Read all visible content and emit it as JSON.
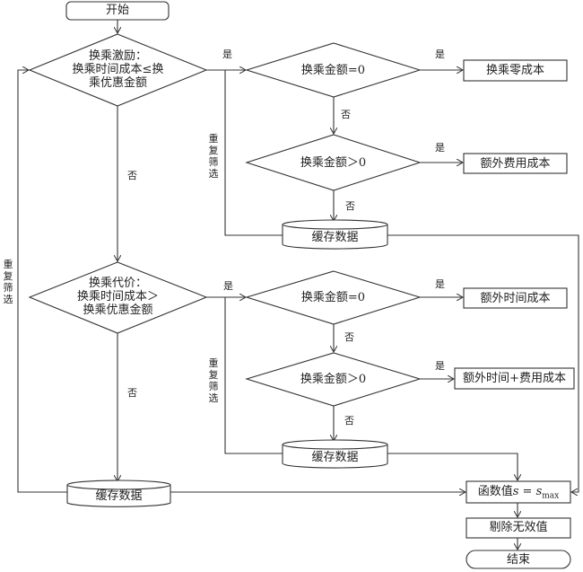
{
  "start": "开始",
  "end": "结束",
  "yes": "是",
  "no": "否",
  "repeat_filter": [
    "重",
    "复",
    "筛",
    "选"
  ],
  "decision_incentive": [
    "换乘激励：",
    "换乘时间成本≤换",
    "乘优惠金额"
  ],
  "decision_cost": [
    "换乘代价：",
    "换乘时间成本＞",
    "换乘优惠金额"
  ],
  "upper_branch": {
    "amount_zero": "换乘金额=0",
    "amount_positive": "换乘金额＞0",
    "result_zero": "换乘零成本",
    "result_positive": "额外费用成本",
    "cache": "缓存数据"
  },
  "lower_branch": {
    "amount_zero": "换乘金额=0",
    "amount_positive": "换乘金额＞0",
    "result_zero": "额外时间成本",
    "result_positive": "额外时间+费用成本",
    "cache": "缓存数据"
  },
  "left_cache": "缓存数据",
  "function_value": {
    "prefix": "函数值",
    "var": "s",
    "eq": " = ",
    "var2": "s",
    "sub": "max"
  },
  "remove_invalid": "剔除无效值"
}
